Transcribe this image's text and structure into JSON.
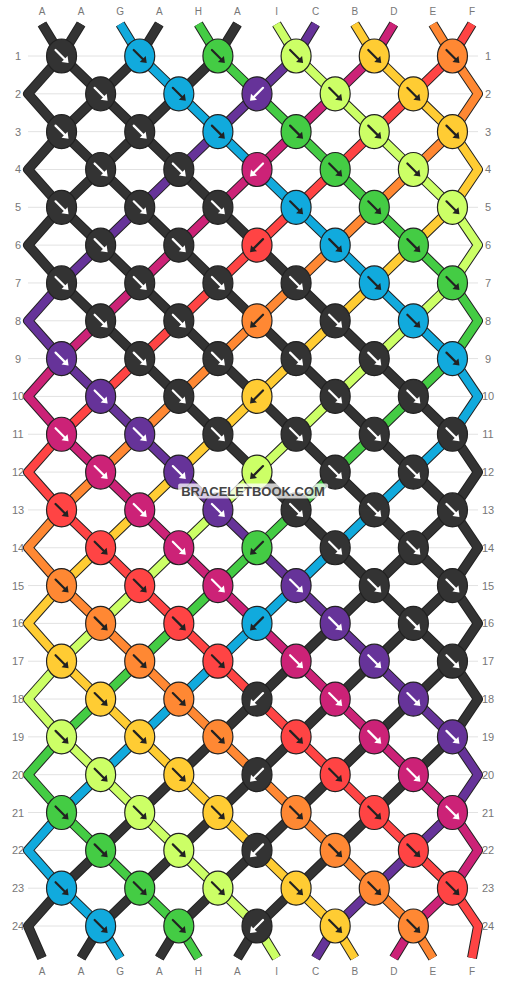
{
  "diagram": {
    "labels": [
      "A",
      "A",
      "G",
      "A",
      "H",
      "A",
      "I",
      "C",
      "B",
      "D",
      "E",
      "F",
      "1",
      "1",
      "2",
      "2",
      "3",
      "3",
      "4",
      "4",
      "5",
      "5",
      "6",
      "6",
      "7",
      "7",
      "8",
      "8",
      "9",
      "9",
      "10",
      "10",
      "11",
      "11",
      "12",
      "12",
      "13",
      "13",
      "14",
      "14",
      "15",
      "15",
      "16",
      "16",
      "17",
      "17",
      "18",
      "18",
      "19",
      "19",
      "20",
      "20",
      "21",
      "21",
      "22",
      "22",
      "23",
      "23",
      "24",
      "24",
      "BRACELETBOOK.COM",
      "A",
      "A",
      "G",
      "A",
      "H",
      "A",
      "I",
      "C",
      "B",
      "D",
      "E",
      "F"
    ]
  }
}
